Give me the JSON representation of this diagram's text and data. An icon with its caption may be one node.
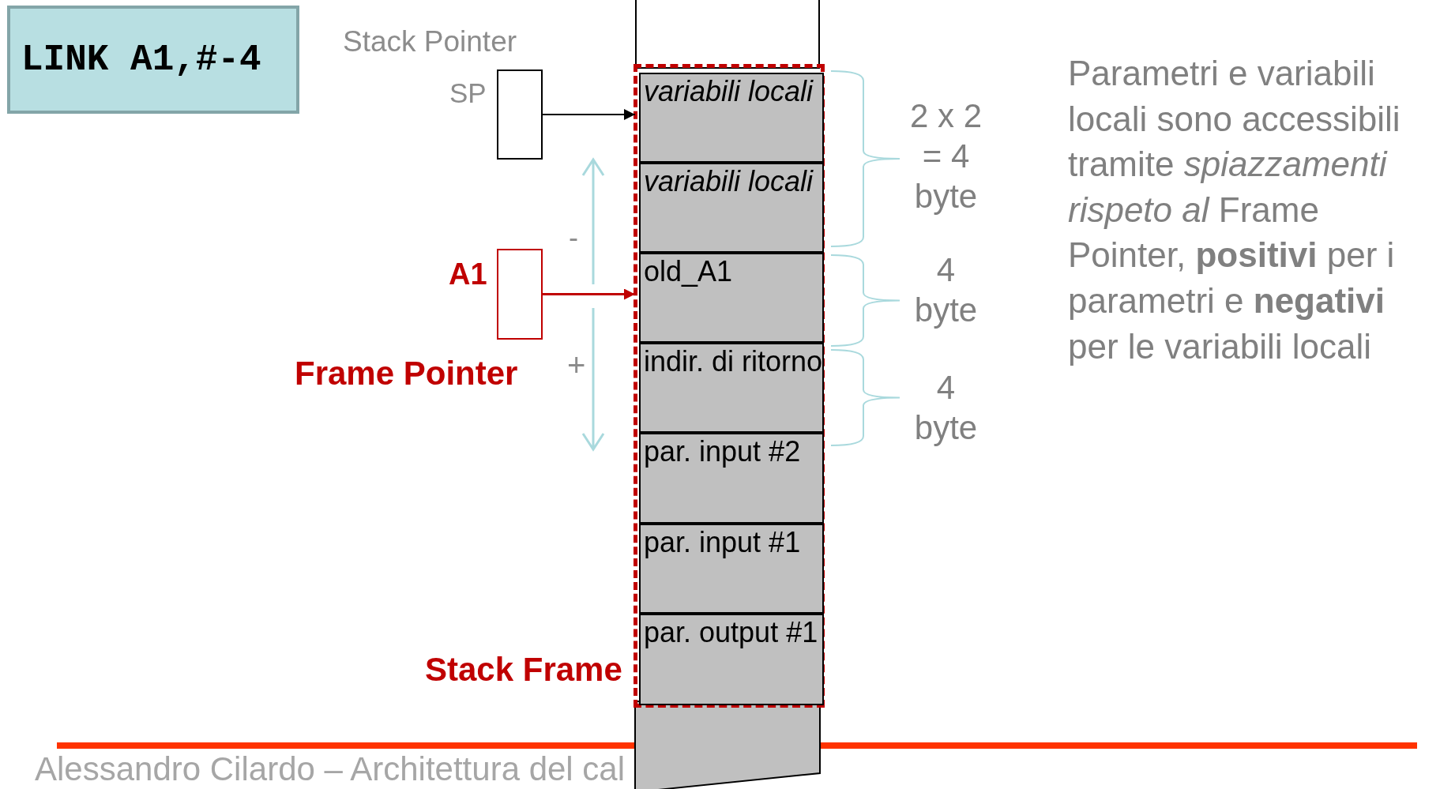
{
  "diagram": {
    "nodes": [
      {
        "text": [
          "LINK A1,#-4"
        ]
      },
      {
        "text": [],
        "shape": "box",
        "beside": [
          "Stack Pointer",
          "SP"
        ]
      },
      {
        "text": [],
        "shape": "box",
        "beside": [
          "A1",
          "Frame Pointer"
        ]
      },
      {
        "text": [],
        "shape": "box"
      },
      {
        "text": [
          "Stack Frame"
        ]
      },
      {
        "text": [
          "variabili locali"
        ],
        "in": 4
      },
      {
        "text": [
          "variabili locali"
        ],
        "in": 4
      },
      {
        "text": [
          "old_A1"
        ],
        "in": 4
      },
      {
        "text": [
          "indir. di ritorno"
        ],
        "in": 4
      },
      {
        "text": [
          "par. input #2"
        ],
        "in": 4
      },
      {
        "text": [
          "par. input #1"
        ],
        "in": 4
      },
      {
        "text": [
          "par. output #1"
        ],
        "in": 4
      },
      {
        "text": [],
        "shape": "box"
      }
    ],
    "edges": [
      {
        "from": 1,
        "to": 5,
        "arrow": "to"
      },
      {
        "from": 2,
        "to": 7,
        "arrow": "to",
        "color": "#c00000"
      }
    ],
    "labels": [
      "-",
      "+",
      "2 x 2 = 4 byte",
      "4 byte",
      "4 byte",
      "Parametri e variabili locali sono accessibili tramite *spiazzamenti rispeto al* Frame Pointer, **positivi** per i parametri e **negativi** per le variabili locali",
      "Alessandro Cilardo – Architettura del cal"
    ]
  }
}
